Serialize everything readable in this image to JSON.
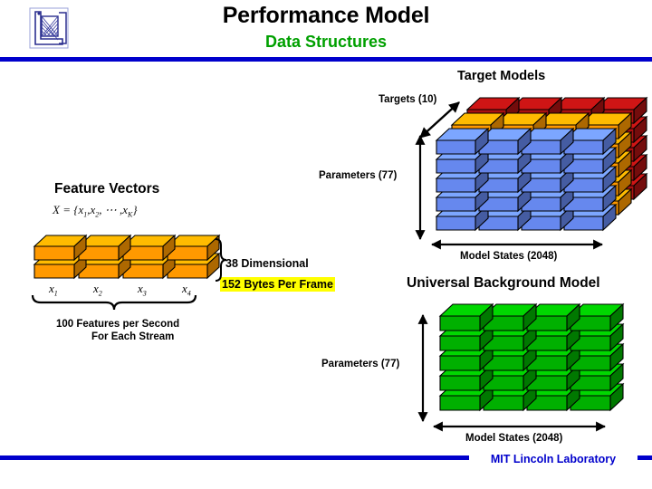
{
  "slide": {
    "title": "Performance Model",
    "subtitle": "Data Structures",
    "footer": "MIT Lincoln Laboratory",
    "logo_name": "mit-lincoln-laboratory-logo",
    "accent_color": "#0000cc",
    "subtitle_color": "#00a000",
    "highlight_color": "#ffff00"
  },
  "target_models": {
    "heading": "Target Models",
    "depth_label": "Targets (10)",
    "vertical_label": "Parameters (77)",
    "horizontal_label": "Model States (2048)",
    "rows": 5,
    "cols": 4,
    "layers": 3,
    "layer_colors": [
      "#6688ee",
      "#ff9900",
      "#aa1111"
    ]
  },
  "feature_vectors": {
    "heading": "Feature Vectors",
    "formula": "X = {x1, x2, ⋯ , xK}",
    "formula_parts": {
      "lhs": "X",
      "eq": " = {",
      "x1": "x",
      "x1sub": "1",
      "x2": "x",
      "x2sub": "2",
      "ellipsis": ", ⋯ ,",
      "xk": "x",
      "xksub": "K",
      "close": "}"
    },
    "rows": 2,
    "cols": 4,
    "color": "#ff9900",
    "column_labels": [
      {
        "base": "x",
        "sub": "1"
      },
      {
        "base": "x",
        "sub": "2"
      },
      {
        "base": "x",
        "sub": "3"
      },
      {
        "base": "x",
        "sub": "4"
      }
    ],
    "dimension_label": "38 Dimensional",
    "bytes_label": "152 Bytes Per Frame",
    "rate_label_line1": "100 Features per Second",
    "rate_label_line2": "For Each Stream"
  },
  "ubm": {
    "heading": "Universal Background Model",
    "vertical_label": "Parameters (77)",
    "horizontal_label": "Model States (2048)",
    "rows": 5,
    "cols": 4,
    "color": "#00b000"
  }
}
